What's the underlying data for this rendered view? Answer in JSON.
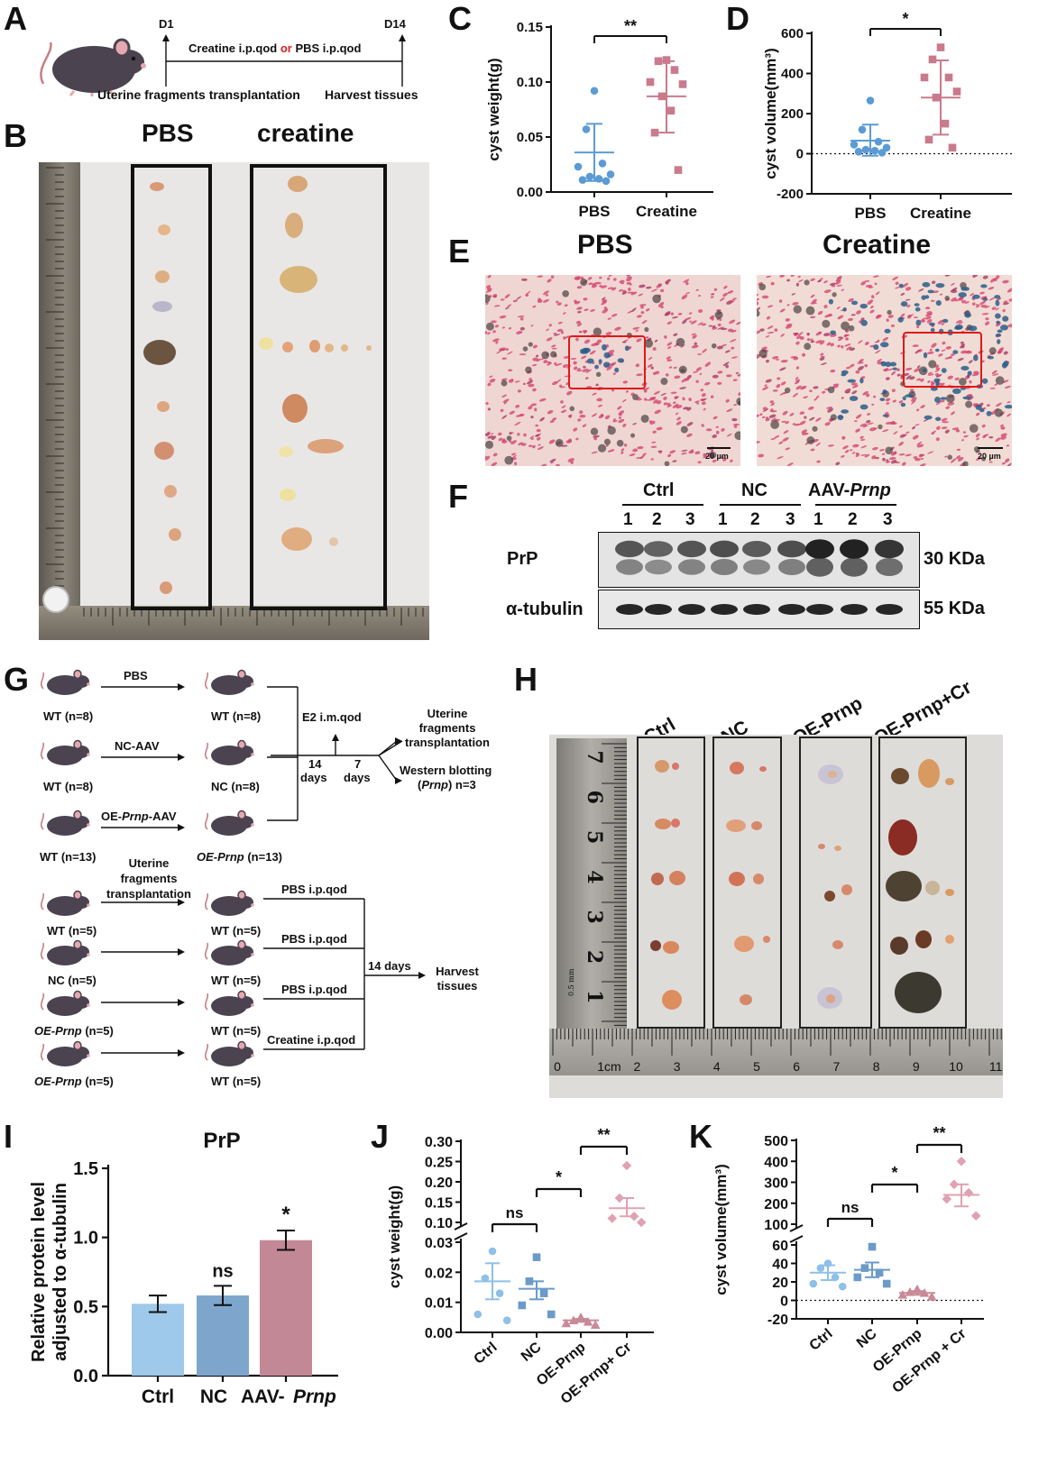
{
  "panels": {
    "A": {
      "letter": "A",
      "d1": "D1",
      "d14": "D14",
      "treat_a": "Creatine i.p.qod ",
      "treat_or": "or",
      "treat_b": " PBS i.p.qod",
      "left_caption": "Uterine fragments transplantation",
      "right_caption": "Harvest tissues",
      "colors": {
        "or": "#e02020"
      }
    },
    "B": {
      "letter": "B",
      "group_left": "PBS",
      "group_right": "creatine"
    },
    "E": {
      "letter": "E",
      "title_left": "PBS",
      "title_right": "Creatine",
      "scale_left": "20 µm",
      "scale_right": "20 µm"
    },
    "F": {
      "letter": "F",
      "groups": [
        {
          "label": "Ctrl",
          "italic": ""
        },
        {
          "label": "NC",
          "italic": ""
        },
        {
          "label": "AAV-",
          "italic": "Prnp"
        }
      ],
      "lanes": [
        "1",
        "2",
        "3",
        "1",
        "2",
        "3",
        "1",
        "2",
        "3"
      ],
      "row1_label": "PrP",
      "row2_label": "α-tubulin",
      "row1_kda": "30 KDa",
      "row2_kda": "55 KDa"
    },
    "G": {
      "letter": "G",
      "top_rows": [
        {
          "arrow": "PBS",
          "arrow_italic": "",
          "arrow_suffix": "",
          "left": "WT (n=8)",
          "right": "WT (n=8)",
          "right_italic": ""
        },
        {
          "arrow": "NC-AAV",
          "arrow_italic": "",
          "arrow_suffix": "",
          "left": "WT (n=8)",
          "right": "NC (n=8)",
          "right_italic": ""
        },
        {
          "arrow": "OE-",
          "arrow_italic": "Prnp",
          "arrow_suffix": "-AAV",
          "left": "WT (n=13)",
          "right": " (n=13)",
          "right_italic": "OE-Prnp"
        }
      ],
      "e2": "E2 i.m.qod",
      "days14": "14",
      "days14b": "days",
      "days7": "7",
      "days7b": "days",
      "uterine_out": [
        "Uterine",
        "fragments",
        "transplantation"
      ],
      "wb_out_1": "Western blotting",
      "wb_out_2_italic": "Prnp",
      "wb_out_2_suffix": ") n=3",
      "transplant_header": [
        "Uterine",
        "fragments",
        "transplantation"
      ],
      "bottom_rows": [
        {
          "left": "WT (n=5)",
          "left_italic": "",
          "right": "WT (n=5)",
          "treat": "PBS i.p.qod"
        },
        {
          "left": "NC (n=5)",
          "left_italic": "",
          "right": "WT (n=5)",
          "treat": "PBS i.p.qod"
        },
        {
          "left": " (n=5)",
          "left_italic": "OE-Prnp",
          "right": "WT (n=5)",
          "treat": "PBS i.p.qod"
        },
        {
          "left": " (n=5)",
          "left_italic": "OE-Prnp",
          "right": "WT (n=5)",
          "treat": "Creatine i.p.qod"
        }
      ],
      "days_bottom": "14 days",
      "harvest": [
        "Harvest",
        "tissues"
      ]
    },
    "H": {
      "letter": "H",
      "groups": [
        "Ctrl",
        "NC",
        "OE-Prnp",
        "OE-Prnp+Cr"
      ],
      "ruler_v": [
        "7",
        "6",
        "5",
        "4",
        "3",
        "2",
        "1"
      ],
      "ruler_h": [
        "0",
        "1cm",
        "2",
        "3",
        "4",
        "5",
        "6",
        "7",
        "8",
        "9",
        "10",
        "11"
      ],
      "ruler_tag": "0.5 mm"
    },
    "C": {
      "letter": "C"
    },
    "D": {
      "letter": "D"
    },
    "I": {
      "letter": "I"
    },
    "J": {
      "letter": "J"
    },
    "K": {
      "letter": "K"
    }
  },
  "chart_data": [
    {
      "id": "C",
      "type": "scatter",
      "ylabel": "cyst weight(g)",
      "categories": [
        "PBS",
        "Creatine"
      ],
      "yticks": [
        "0.00",
        "0.05",
        "0.10",
        "0.15"
      ],
      "ylim": [
        0,
        0.15
      ],
      "series": [
        {
          "values": [
            0.092,
            0.057,
            0.026,
            0.023,
            0.016,
            0.014,
            0.012,
            0.011,
            0.01
          ],
          "mean": 0.036,
          "err": [
            0.01,
            0.062
          ],
          "color": "#5b9bd5"
        },
        {
          "values": [
            0.12,
            0.119,
            0.111,
            0.1,
            0.098,
            0.087,
            0.074,
            0.054,
            0.02
          ],
          "mean": 0.087,
          "err": [
            0.054,
            0.119
          ],
          "color": "#c97a8c"
        }
      ],
      "sig": "**"
    },
    {
      "id": "D",
      "type": "scatter",
      "ylabel": "cyst volume(mm³)",
      "categories": [
        "PBS",
        "Creatine"
      ],
      "yticks": [
        "-200",
        "0",
        "200",
        "400",
        "600"
      ],
      "ylim": [
        -200,
        600
      ],
      "zero_line": true,
      "series": [
        {
          "values": [
            265,
            120,
            60,
            45,
            30,
            20,
            15,
            10,
            5
          ],
          "mean": 65,
          "err": [
            -10,
            145
          ],
          "color": "#5b9bd5"
        },
        {
          "values": [
            530,
            470,
            380,
            380,
            310,
            280,
            150,
            70,
            30
          ],
          "mean": 280,
          "err": [
            95,
            465
          ],
          "color": "#c97a8c"
        }
      ],
      "sig": "*"
    },
    {
      "id": "I",
      "type": "bar",
      "title": "PrP",
      "ylabel": "Relative protein level adjusted to α-tubulin",
      "categories": [
        "Ctrl",
        "NC",
        "AAV-"
      ],
      "category_italic": [
        "",
        "",
        "Prnp"
      ],
      "values": [
        0.52,
        0.58,
        0.98
      ],
      "errors": [
        0.06,
        0.07,
        0.07
      ],
      "colors": [
        "#9ec9ea",
        "#7ea6cd",
        "#c38896"
      ],
      "annotations": [
        "",
        "ns",
        "*"
      ],
      "yticks": [
        "0.0",
        "0.5",
        "1.0",
        "1.5"
      ],
      "ylim": [
        0,
        1.5
      ]
    },
    {
      "id": "J",
      "type": "scatter",
      "ylabel": "cyst weight(g)",
      "categories": [
        "Ctrl",
        "NC",
        "OE-Prnp",
        "OE-Prnp+ Cr"
      ],
      "yticks_low": [
        "0.00",
        "0.01",
        "0.02",
        "0.03"
      ],
      "yticks_high": [
        "0.10",
        "0.15",
        "0.20",
        "0.25",
        "0.30"
      ],
      "broken_axis": [
        [
          0,
          0.03
        ],
        [
          0.1,
          0.3
        ]
      ],
      "series": [
        {
          "values": [
            0.027,
            0.018,
            0.013,
            0.006,
            0.004
          ],
          "mean": 0.017,
          "err": [
            0.011,
            0.023
          ],
          "color": "#8ec0e8"
        },
        {
          "values": [
            0.025,
            0.017,
            0.013,
            0.009,
            0.006
          ],
          "mean": 0.0145,
          "err": [
            0.011,
            0.017
          ],
          "color": "#6b9bc8"
        },
        {
          "values": [
            0.005,
            0.004,
            0.0035,
            0.003,
            0.0025
          ],
          "mean": 0.004,
          "err": [
            0.0035,
            0.0045
          ],
          "color": "#c98a98"
        },
        {
          "values": [
            0.24,
            0.16,
            0.115,
            0.11,
            0.1
          ],
          "mean": 0.135,
          "err": [
            0.115,
            0.16
          ],
          "color": "#e0a2b3"
        }
      ],
      "sig": [
        {
          "between": [
            0,
            1
          ],
          "label": "ns"
        },
        {
          "between": [
            1,
            2
          ],
          "label": "*"
        },
        {
          "between": [
            2,
            3
          ],
          "label": "**"
        }
      ]
    },
    {
      "id": "K",
      "type": "scatter",
      "ylabel": "cyst volume(mm³)",
      "categories": [
        "Ctrl",
        "NC",
        "OE-Prnp",
        "OE-Prnp + Cr"
      ],
      "yticks_low": [
        "-20",
        "0",
        "20",
        "40",
        "60"
      ],
      "yticks_high": [
        "100",
        "200",
        "300",
        "400",
        "500"
      ],
      "broken_axis": [
        [
          -20,
          60
        ],
        [
          100,
          500
        ]
      ],
      "zero_line": true,
      "series": [
        {
          "values": [
            40,
            35,
            25,
            18,
            15
          ],
          "mean": 30,
          "err": [
            22,
            38
          ],
          "color": "#8ec0e8"
        },
        {
          "values": [
            58,
            35,
            30,
            25,
            18
          ],
          "mean": 33,
          "err": [
            25,
            41
          ],
          "color": "#6b9bc8"
        },
        {
          "values": [
            12,
            9,
            8,
            6,
            4
          ],
          "mean": 8,
          "err": [
            6,
            10
          ],
          "color": "#c98a98"
        },
        {
          "values": [
            400,
            290,
            250,
            220,
            140
          ],
          "mean": 240,
          "err": [
            185,
            290
          ],
          "color": "#e0a2b3"
        }
      ],
      "sig": [
        {
          "between": [
            0,
            1
          ],
          "label": "ns"
        },
        {
          "between": [
            1,
            2
          ],
          "label": "*"
        },
        {
          "between": [
            2,
            3
          ],
          "label": "**"
        }
      ]
    }
  ]
}
